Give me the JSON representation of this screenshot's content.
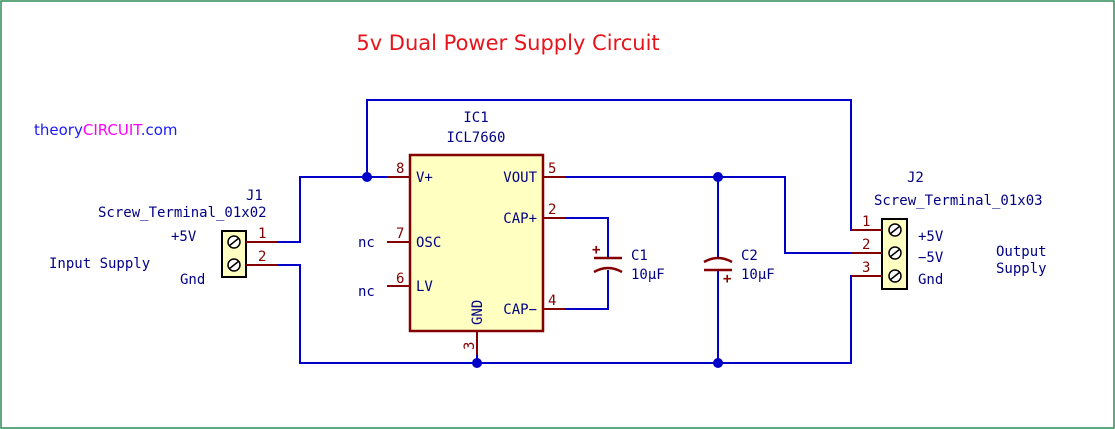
{
  "title": "5v Dual Power Supply Circuit",
  "brand": {
    "prefix": "theory",
    "highlight": "CIRCUIT",
    "suffix": ".com"
  },
  "colors": {
    "title": "#e8141b",
    "brand_text": "#1a1aff",
    "brand_highlight": "#ff00ff",
    "wire": "#0000c8",
    "pin": "#840000",
    "label": "#000084",
    "component_body": "#ffffc2",
    "component_outline": "#840000",
    "border": "#2e8b57"
  },
  "ic1": {
    "ref": "IC1",
    "value": "ICL7660",
    "pins": [
      {
        "num": "8",
        "name": "V+"
      },
      {
        "num": "7",
        "name": "OSC"
      },
      {
        "num": "6",
        "name": "LV"
      },
      {
        "num": "5",
        "name": "VOUT"
      },
      {
        "num": "2",
        "name": "CAP+"
      },
      {
        "num": "4",
        "name": "CAP−"
      },
      {
        "num": "3",
        "name": "GND"
      }
    ],
    "nc_label": "nc"
  },
  "j1": {
    "ref": "J1",
    "value": "Screw_Terminal_01x02",
    "pin_labels": [
      "+5V",
      "Gnd"
    ],
    "pin_numbers": [
      "1",
      "2"
    ],
    "caption": "Input Supply"
  },
  "j2": {
    "ref": "J2",
    "value": "Screw_Terminal_01x03",
    "pin_labels": [
      "+5V",
      "−5V",
      "Gnd"
    ],
    "pin_numbers": [
      "1",
      "2",
      "3"
    ],
    "caption_line1": "Output",
    "caption_line2": "Supply"
  },
  "c1": {
    "ref": "C1",
    "value": "10µF"
  },
  "c2": {
    "ref": "C2",
    "value": "10µF"
  }
}
